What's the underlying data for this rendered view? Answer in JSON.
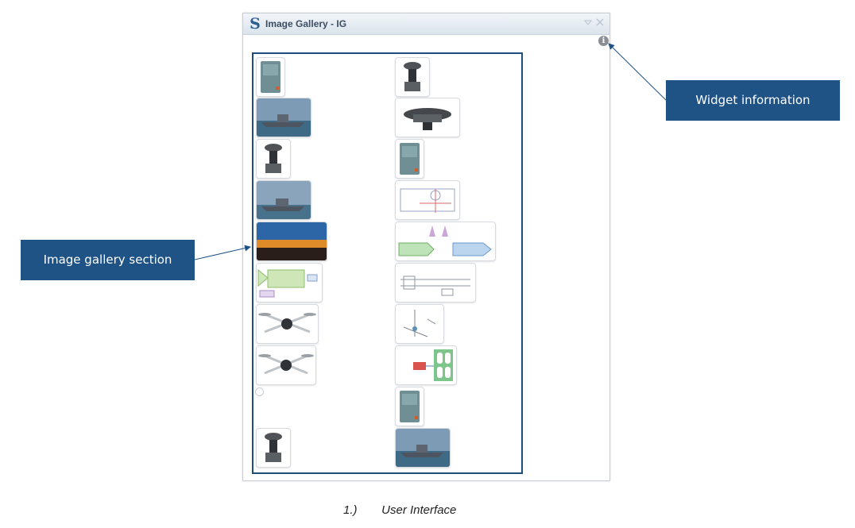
{
  "widget": {
    "title": "Image Gallery - IG",
    "logo_letter": "S",
    "info_icon_glyph": "i",
    "controls": [
      "minimize-icon",
      "close-icon"
    ]
  },
  "gallery": {
    "thumbnails": [
      {
        "icon": "equipment-cabinet"
      },
      {
        "icon": "radar-antenna"
      },
      {
        "icon": "warship-photo"
      },
      {
        "icon": "radar-dome"
      },
      {
        "icon": "radar-antenna"
      },
      {
        "icon": "equipment-cabinet"
      },
      {
        "icon": "warship-photo"
      },
      {
        "icon": "technical-diagram"
      },
      {
        "icon": "cockpit-photo"
      },
      {
        "icon": "signal-block-diagram"
      },
      {
        "icon": "amplifier-diagram"
      },
      {
        "icon": "schematic-drawing"
      },
      {
        "icon": "drone-photo"
      },
      {
        "icon": "antenna-sketch"
      },
      {
        "icon": "drone-photo"
      },
      {
        "icon": "circuit-diagram"
      },
      {
        "icon": "empty-image"
      },
      {
        "icon": "equipment-cabinet"
      },
      {
        "icon": "radar-antenna"
      },
      {
        "icon": "warship-photo"
      }
    ]
  },
  "callouts": {
    "widget_info": "Widget information",
    "gallery_section": "Image gallery section"
  },
  "caption": {
    "number": "1.)",
    "text": "User Interface"
  },
  "colors": {
    "accent": "#1f5385",
    "frame": "#1f4e79"
  }
}
